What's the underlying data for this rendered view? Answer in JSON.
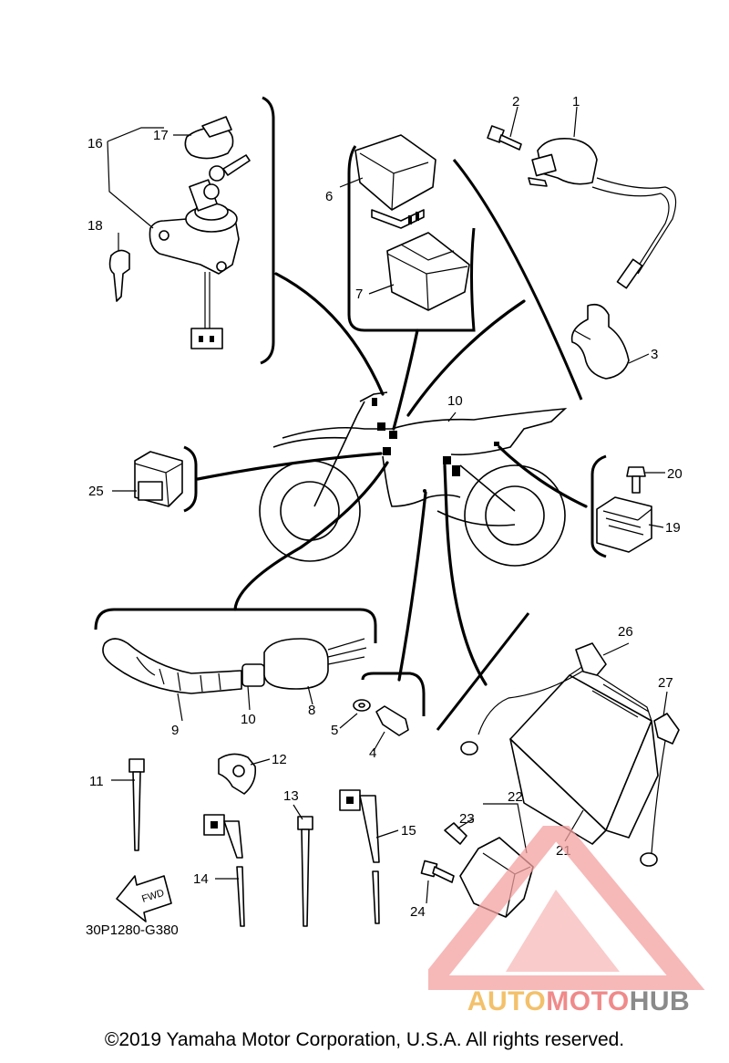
{
  "diagram": {
    "code": "30P1280-G380",
    "fwd_label": "FWD",
    "callouts": [
      {
        "id": "c1",
        "text": "1"
      },
      {
        "id": "c2",
        "text": "2"
      },
      {
        "id": "c3",
        "text": "3"
      },
      {
        "id": "c4",
        "text": "4"
      },
      {
        "id": "c5",
        "text": "5"
      },
      {
        "id": "c6",
        "text": "6"
      },
      {
        "id": "c7",
        "text": "7"
      },
      {
        "id": "c8",
        "text": "8"
      },
      {
        "id": "c9",
        "text": "9"
      },
      {
        "id": "c10a",
        "text": "10"
      },
      {
        "id": "c10b",
        "text": "10"
      },
      {
        "id": "c11",
        "text": "11"
      },
      {
        "id": "c12",
        "text": "12"
      },
      {
        "id": "c13",
        "text": "13"
      },
      {
        "id": "c14",
        "text": "14"
      },
      {
        "id": "c15",
        "text": "15"
      },
      {
        "id": "c16",
        "text": "16"
      },
      {
        "id": "c17",
        "text": "17"
      },
      {
        "id": "c18",
        "text": "18"
      },
      {
        "id": "c19",
        "text": "19"
      },
      {
        "id": "c20",
        "text": "20"
      },
      {
        "id": "c21",
        "text": "21"
      },
      {
        "id": "c22",
        "text": "22"
      },
      {
        "id": "c23",
        "text": "23"
      },
      {
        "id": "c24",
        "text": "24"
      },
      {
        "id": "c25",
        "text": "25"
      },
      {
        "id": "c26",
        "text": "26"
      },
      {
        "id": "c27",
        "text": "27"
      }
    ]
  },
  "watermark": {
    "part1": "AUTO",
    "part2": "MOTO",
    "part3": "HUB",
    "colors": {
      "auto": "#f3c16b",
      "moto": "#f08a8a",
      "hub": "#8a8a8a"
    }
  },
  "footer": {
    "copyright": "©2019 Yamaha Motor Corporation, U.S.A. All rights reserved."
  }
}
